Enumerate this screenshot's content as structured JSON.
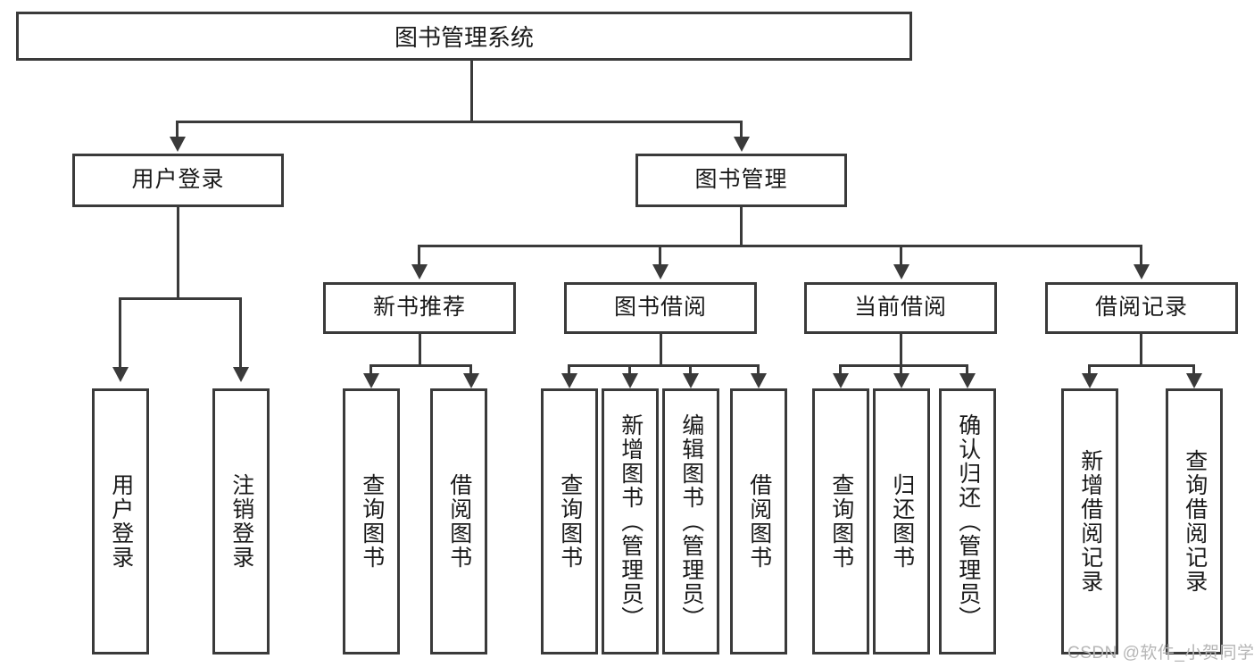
{
  "diagram": {
    "title": "图书管理系统",
    "root": {
      "label": "图书管理系统"
    },
    "level2": [
      {
        "label": "用户登录"
      },
      {
        "label": "图书管理"
      }
    ],
    "level3": [
      {
        "label": "新书推荐"
      },
      {
        "label": "图书借阅"
      },
      {
        "label": "当前借阅"
      },
      {
        "label": "借阅记录"
      }
    ],
    "leaves": {
      "user_login": [
        {
          "label": "用户登录"
        },
        {
          "label": "注销登录"
        }
      ],
      "new_book_recommend": [
        {
          "label": "查询图书"
        },
        {
          "label": "借阅图书"
        }
      ],
      "book_borrow": [
        {
          "label": "查询图书"
        },
        {
          "label": "新增图书（管理员）"
        },
        {
          "label": "编辑图书（管理员）"
        },
        {
          "label": "借阅图书"
        }
      ],
      "current_borrow": [
        {
          "label": "查询图书"
        },
        {
          "label": "归还图书"
        },
        {
          "label": "确认归还（管理员）"
        }
      ],
      "borrow_record": [
        {
          "label": "新增借阅记录"
        },
        {
          "label": "查询借阅记录"
        }
      ]
    }
  },
  "watermark": {
    "text": "CSDN @软件_小贺同学"
  },
  "colors": {
    "stroke": "#3a3a3a",
    "background": "#ffffff",
    "text": "#1a1a1a",
    "watermark": "#b6b6b6"
  }
}
